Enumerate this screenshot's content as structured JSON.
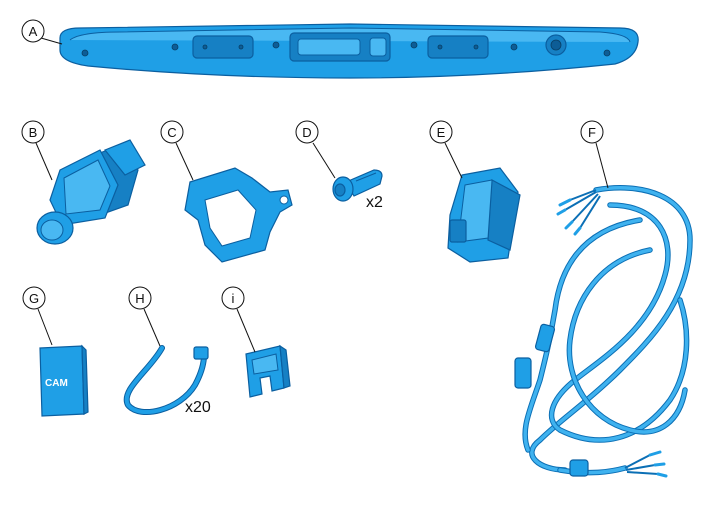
{
  "callouts": {
    "a": "A",
    "b": "B",
    "c": "C",
    "d": "D",
    "e": "E",
    "f": "F",
    "g": "G",
    "h": "H",
    "i": "i"
  },
  "quantities": {
    "d_qty": "x2",
    "h_qty": "x20"
  },
  "labels": {
    "cam_label": "CAM"
  },
  "colors": {
    "part_fill": "#1f9fe6",
    "part_outline": "#0b5fa0",
    "background": "#ffffff"
  }
}
